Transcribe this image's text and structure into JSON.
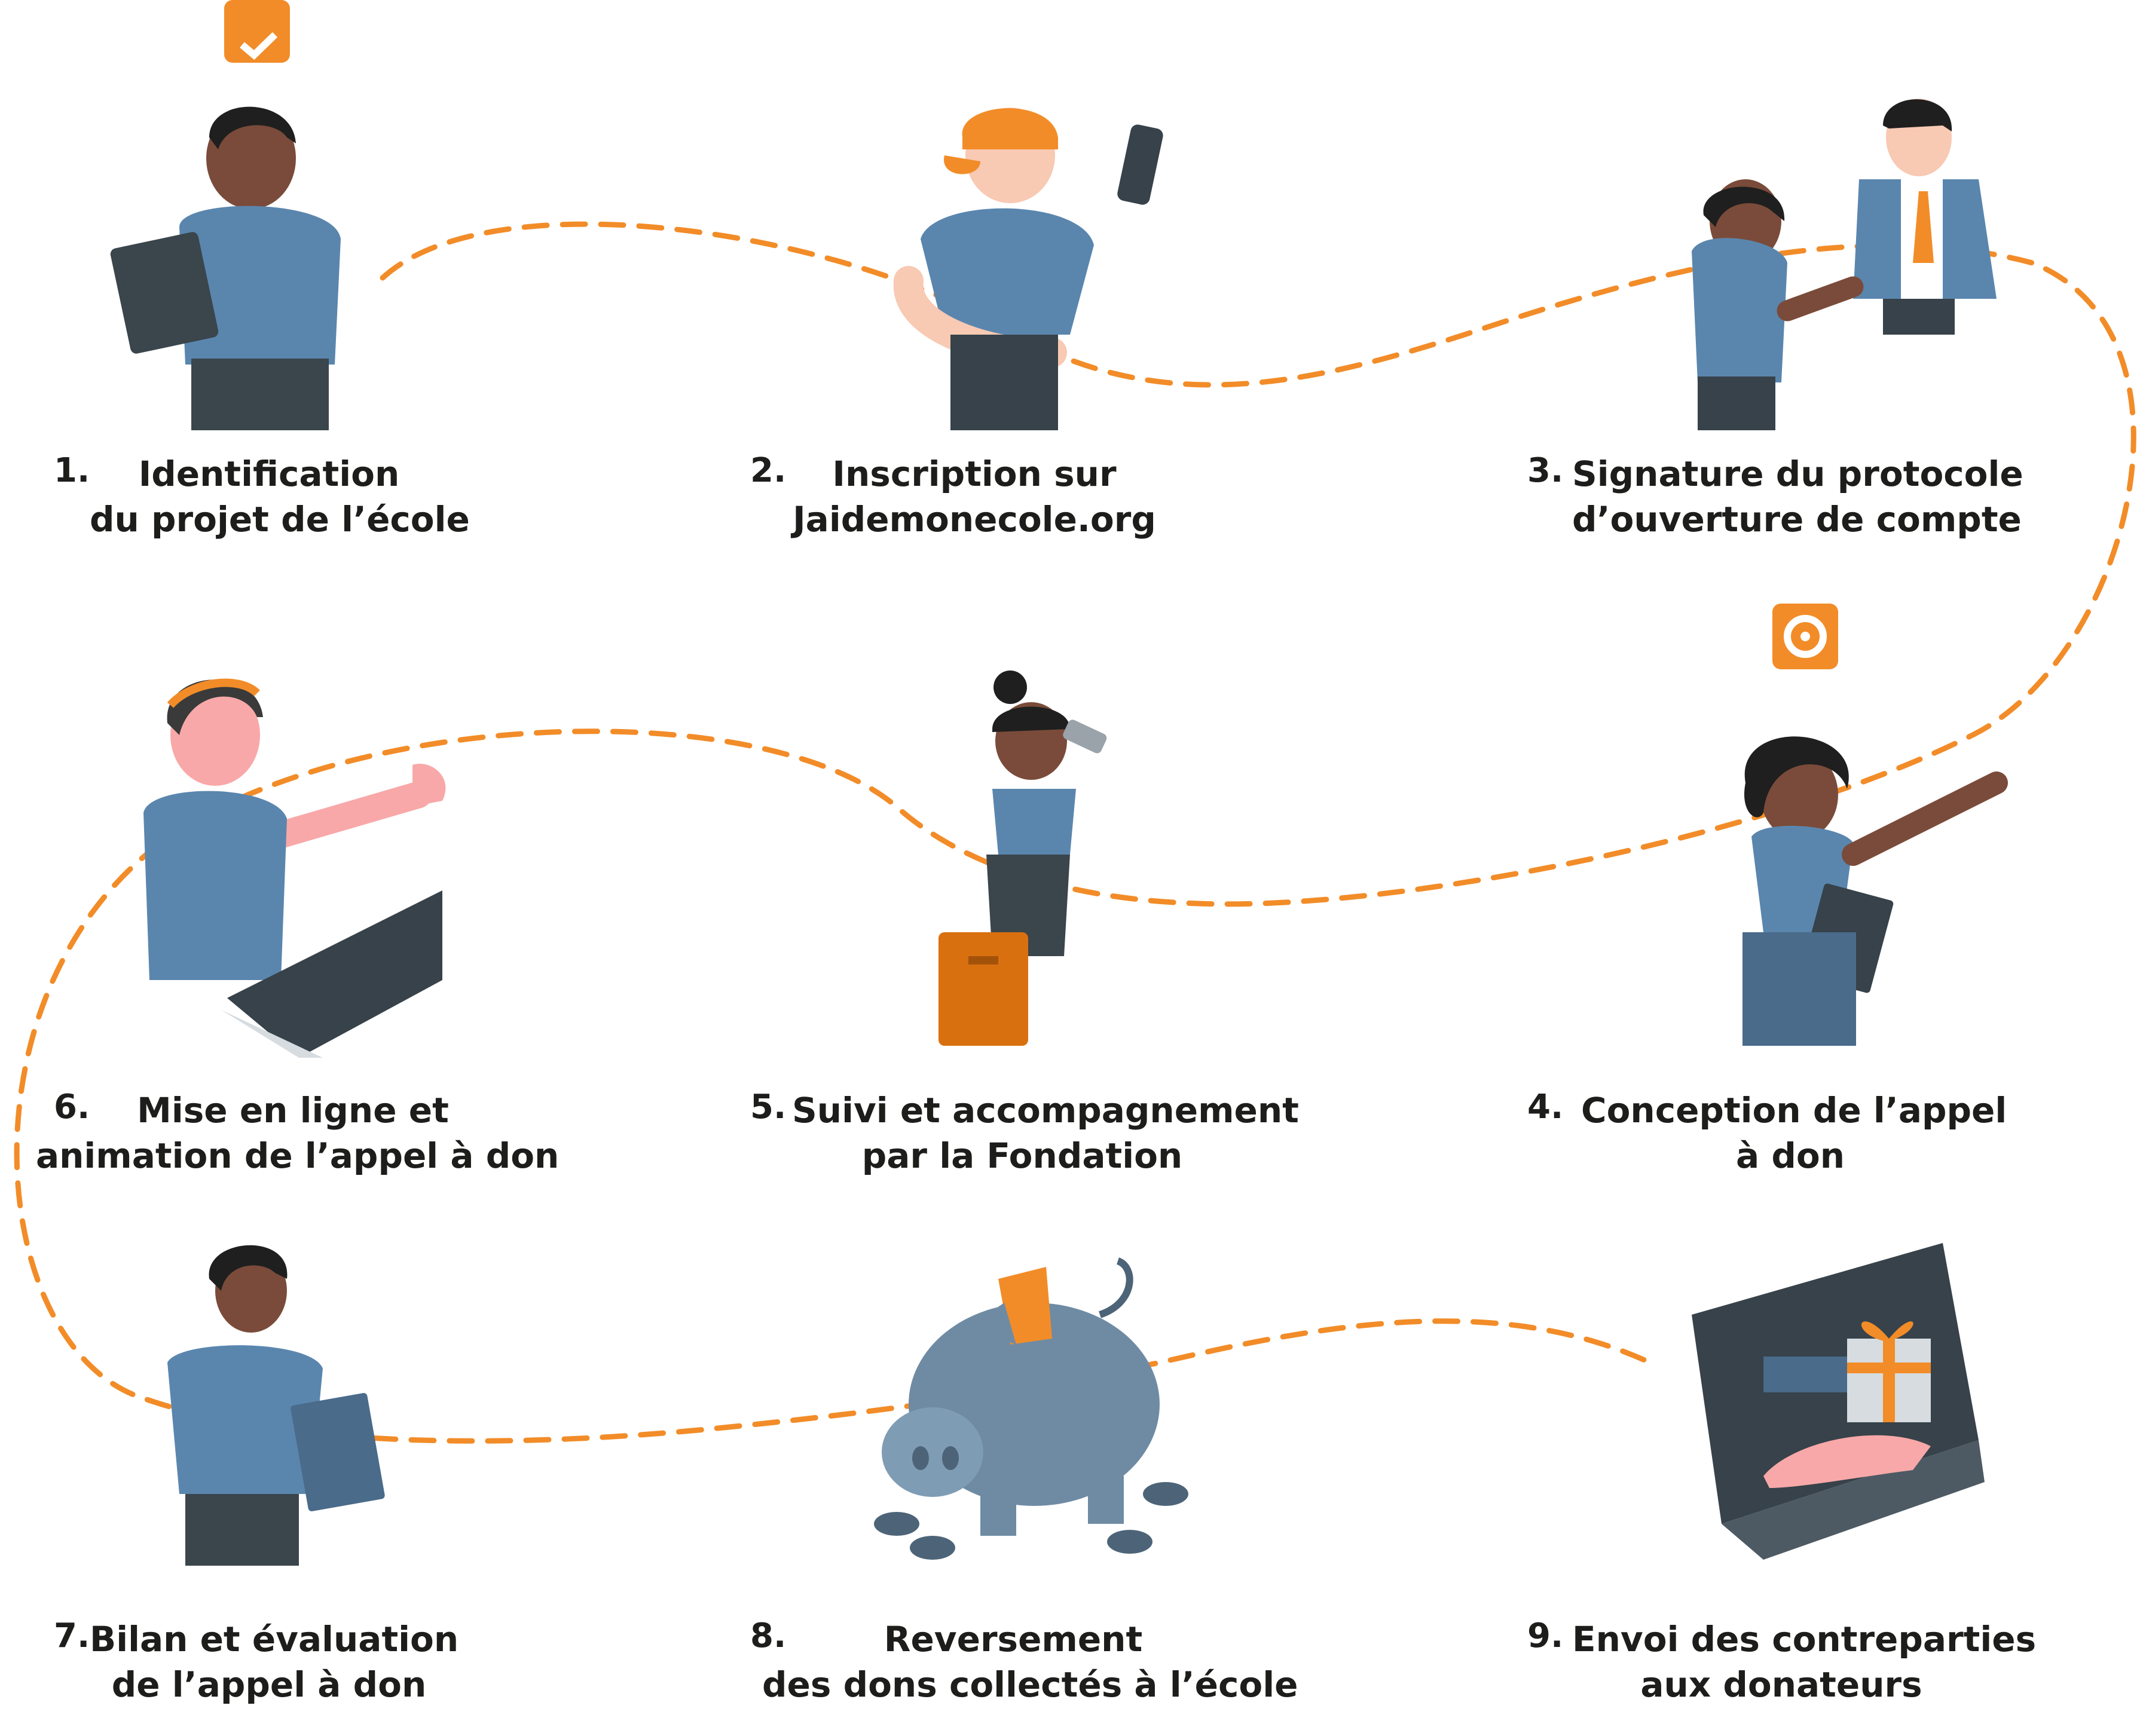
{
  "colors": {
    "accent": "#F28C28",
    "shirt_blue": "#5A86AE",
    "dark": "#37424A",
    "text": "#1d1d1b"
  },
  "steps": [
    {
      "num": "1.",
      "lines": [
        "Identification",
        "du projet de l’école"
      ],
      "icon": "person-tablet-icon"
    },
    {
      "num": "2.",
      "lines": [
        "Inscription sur",
        "Jaidemonecole.org"
      ],
      "icon": "person-phone-icon"
    },
    {
      "num": "3.",
      "lines": [
        "Signature du protocole",
        "d’ouverture de compte"
      ],
      "icon": "handshake-icon"
    },
    {
      "num": "4.",
      "lines": [
        "Conception de l’appel",
        "à don"
      ],
      "icon": "person-clipboard-icon"
    },
    {
      "num": "5.",
      "lines": [
        "Suivi et accompagnement",
        "par la Fondation"
      ],
      "icon": "person-briefcase-icon"
    },
    {
      "num": "6.",
      "lines": [
        "Mise en ligne et",
        "animation de l’appel à don"
      ],
      "icon": "person-laptop-icon"
    },
    {
      "num": "7.",
      "lines": [
        "Bilan et évaluation",
        "de l’appel à don"
      ],
      "icon": "person-thinking-icon"
    },
    {
      "num": "8.",
      "lines": [
        "Reversement",
        "des dons collectés à l’école"
      ],
      "icon": "piggy-bank-icon"
    },
    {
      "num": "9.",
      "lines": [
        "Envoi des contreparties",
        "aux donateurs"
      ],
      "icon": "gift-laptop-icon"
    }
  ]
}
